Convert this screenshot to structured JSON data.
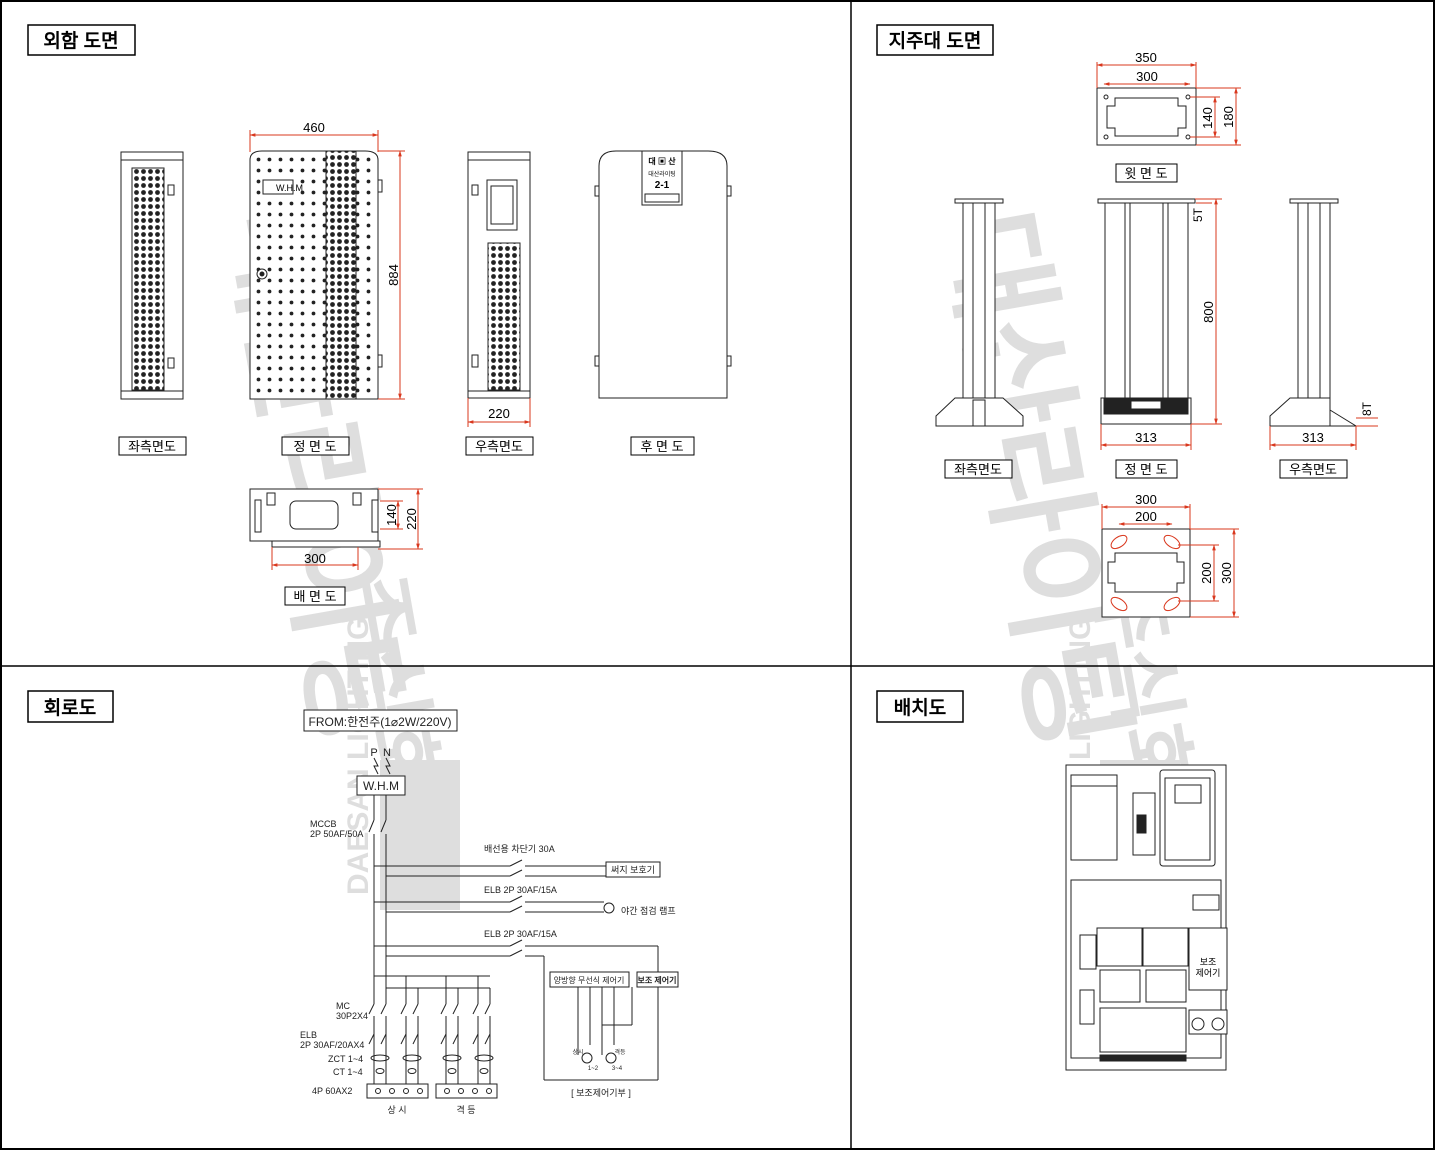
{
  "panels": {
    "exterior": {
      "title": "외함 도면"
    },
    "pole": {
      "title": "지주대 도면"
    },
    "circuit": {
      "title": "회로도"
    },
    "layout": {
      "title": "배치도"
    }
  },
  "exterior": {
    "front_width": "460",
    "height": "884",
    "side_depth": "220",
    "bottom_width": "300",
    "bottom_depth_inner": "140",
    "bottom_depth_outer": "220",
    "whm_label": "W.H.M",
    "rear_plate": {
      "line1": "대 ▣ 산",
      "line2": "대산라이팅",
      "line3": "2-1"
    },
    "views": {
      "left": "좌측면도",
      "front": "정 면 도",
      "right": "우측면도",
      "rear": "후 면 도",
      "bottom": "배 면 도"
    }
  },
  "pole": {
    "top_outer": "350",
    "top_inner": "300",
    "top_depth_inner": "140",
    "top_depth_outer": "180",
    "plate_thickness": "5T",
    "height": "800",
    "base_width": "313",
    "base_thickness": "8T",
    "base_outer": "300",
    "base_inner": "200",
    "base_depth_inner": "200",
    "base_depth_outer": "300",
    "views": {
      "top": "윗 면 도",
      "left": "좌측면도",
      "front": "정 면 도",
      "right": "우측면도"
    }
  },
  "circuit": {
    "source": "FROM:한전주(1⌀2W/220V)",
    "p": "P",
    "n": "N",
    "whm": "W.H.M",
    "mccb_1": "MCCB",
    "mccb_2": "2P 50AF/50A",
    "branch1": "배선용 차단기  30A",
    "surge": "써지 보호기",
    "branch2": "ELB 2P 30AF/15A",
    "lamp": "야간 점검 램프",
    "branch3": "ELB 2P 30AF/15A",
    "wireless": "양방향 무선식 제어기",
    "aux": "보조 제어기",
    "mc_1": "MC",
    "mc_2": "30P2X4",
    "elb_1": "ELB",
    "elb_2": "2P 30AF/20AX4",
    "zct": "ZCT 1~4",
    "ct": "CT 1~4",
    "terminal": "4P 60AX2",
    "group1": "상 시",
    "group2": "격 등",
    "sub_always": "상시",
    "sub_alt": "격등",
    "sub_mc1": "1~2",
    "sub_mc2": "3~4",
    "aux_box": "[ 보조제어기부 ]"
  },
  "layout": {
    "aux_label": "보조\n제어기"
  },
  "watermark": {
    "brand_ko": "대산라이팅",
    "company": "주식회사",
    "brand_en": "DAESAN LIGHTING"
  },
  "colors": {
    "dimension": "#d9381e",
    "line": "#1a1a1a",
    "watermark": "#000000"
  }
}
